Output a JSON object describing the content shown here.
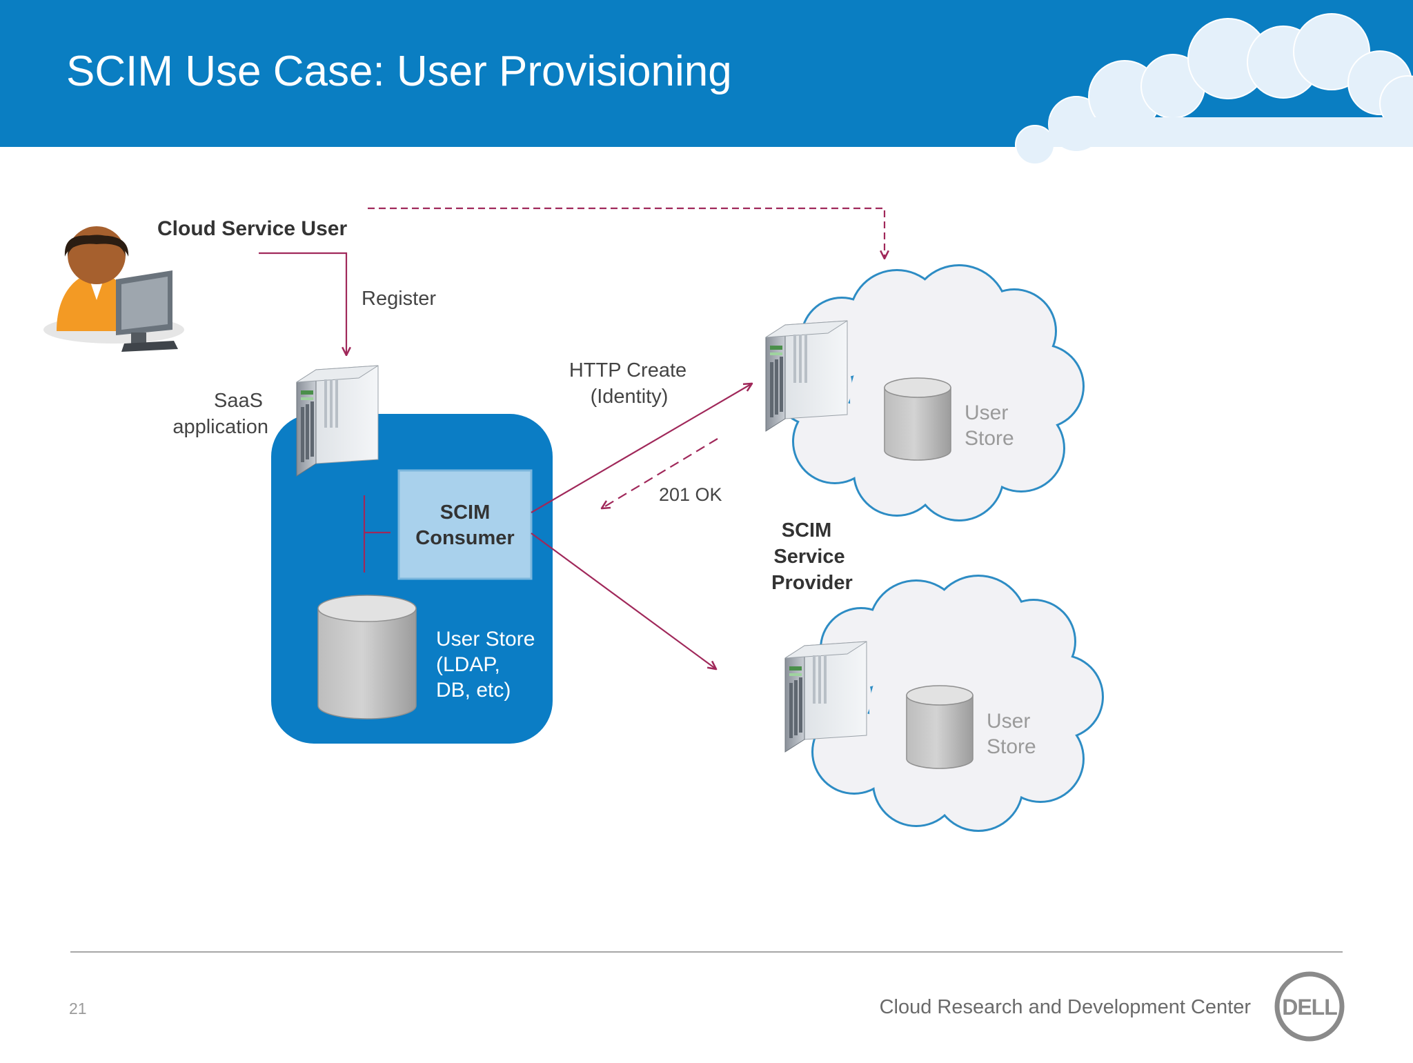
{
  "slide": {
    "title": "SCIM Use Case: User Provisioning",
    "page_number": "21",
    "footer_text": "Cloud Research and Development Center",
    "logo_text": "DELL"
  },
  "diagram": {
    "user_label": "Cloud Service User",
    "register_label": "Register",
    "saas_label_line1": "SaaS",
    "saas_label_line2": "application",
    "consumer_line1": "SCIM",
    "consumer_line2": "Consumer",
    "local_store_line1": "User Store",
    "local_store_line2": "(LDAP,",
    "local_store_line3": "DB, etc)",
    "http_line1": "HTTP Create",
    "http_line2": "(Identity)",
    "response_label": "201 OK",
    "provider_line1": "SCIM",
    "provider_line2": "Service",
    "provider_line3": "Provider",
    "cloud1_store_line1": "User",
    "cloud1_store_line2": "Store",
    "cloud2_store_line1": "User",
    "cloud2_store_line2": "Store"
  },
  "icons": [
    "user-at-computer-icon",
    "server-icon",
    "database-icon",
    "cloud-icon",
    "dell-logo-icon"
  ],
  "colors": {
    "header_blue": "#0a7ec2",
    "box_blue": "#0b7dc5",
    "consumer_fill": "#a9d1ec",
    "arrow": "#a0285a",
    "cloud_outline": "#2d8cc4",
    "cloud_fill": "#f2f2f5"
  }
}
